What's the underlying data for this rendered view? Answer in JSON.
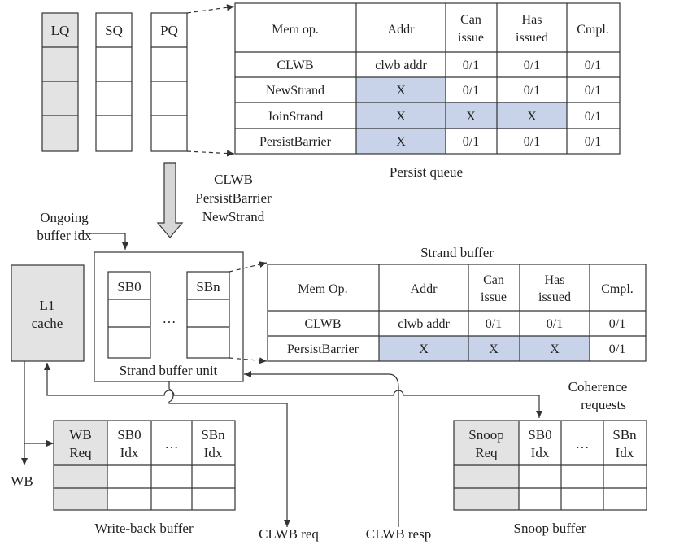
{
  "queues": {
    "lq": "LQ",
    "sq": "SQ",
    "pq": "PQ"
  },
  "persist_queue": {
    "caption": "Persist queue",
    "headers": [
      "Mem op.",
      "Addr",
      "Can",
      "issue",
      "Has",
      "issued",
      "Cmpl."
    ],
    "rows": [
      [
        "CLWB",
        "clwb addr",
        "0/1",
        "0/1",
        "0/1"
      ],
      [
        "NewStrand",
        "X",
        "0/1",
        "0/1",
        "0/1"
      ],
      [
        "JoinStrand",
        "X",
        "X",
        "X",
        "0/1"
      ],
      [
        "PersistBarrier",
        "X",
        "0/1",
        "0/1",
        "0/1"
      ]
    ]
  },
  "flow_labels": [
    "CLWB",
    "PersistBarrier",
    "NewStrand"
  ],
  "ongoing": [
    "Ongoing",
    "buffer idx"
  ],
  "strand_unit": {
    "caption": "Strand buffer unit",
    "sb0": "SB0",
    "sbn": "SBn",
    "ellipsis": "…"
  },
  "strand_buffer": {
    "caption": "Strand buffer",
    "headers": [
      "Mem Op.",
      "Addr",
      "Can",
      "issue",
      "Has",
      "issued",
      "Cmpl."
    ],
    "rows": [
      [
        "CLWB",
        "clwb addr",
        "0/1",
        "0/1",
        "0/1"
      ],
      [
        "PersistBarrier",
        "X",
        "X",
        "X",
        "0/1"
      ]
    ]
  },
  "l1_cache": [
    "L1",
    "cache"
  ],
  "coherence": [
    "Coherence",
    "requests"
  ],
  "write_back_buffer": {
    "caption": "Write-back buffer",
    "headers": [
      "WB",
      "Req",
      "SB0",
      "Idx",
      "…",
      "SBn",
      "Idx"
    ]
  },
  "snoop_buffer": {
    "caption": "Snoop buffer",
    "headers": [
      "Snoop",
      "Req",
      "SB0",
      "Idx",
      "…",
      "SBn",
      "Idx"
    ]
  },
  "bottom_labels": {
    "wb": "WB",
    "clwb_req": "CLWB req",
    "clwb_resp": "CLWB resp"
  },
  "colors": {
    "grey_fill": "#e3e3e3",
    "blue_fill": "#c8d3ea"
  }
}
